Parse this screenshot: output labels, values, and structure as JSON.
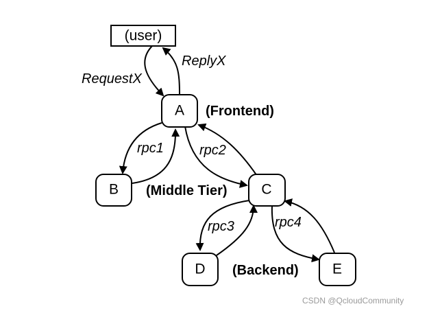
{
  "nodes": {
    "user": "(user)",
    "a": "A",
    "b": "B",
    "c": "C",
    "d": "D",
    "e": "E"
  },
  "edge_labels": {
    "request": "RequestX",
    "reply": "ReplyX",
    "rpc1": "rpc1",
    "rpc2": "rpc2",
    "rpc3": "rpc3",
    "rpc4": "rpc4"
  },
  "tier_labels": {
    "frontend": "(Frontend)",
    "middle": "(Middle Tier)",
    "backend": "(Backend)"
  },
  "watermark": "CSDN @QcloudCommunity"
}
